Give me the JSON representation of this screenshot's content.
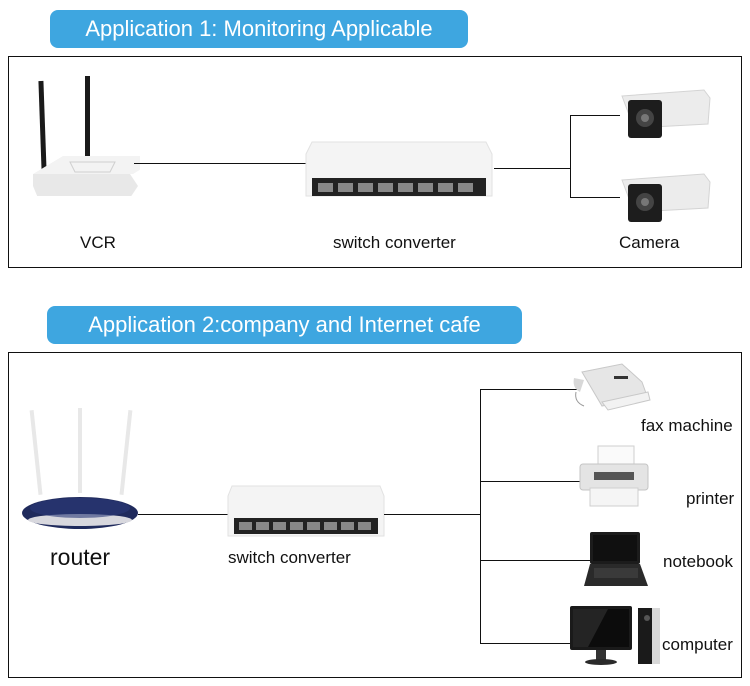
{
  "sections": [
    {
      "title": "Application 1: Monitoring Applicable",
      "devices": {
        "vcr": "VCR",
        "switch": "switch converter",
        "camera": "Camera"
      }
    },
    {
      "title": "Application 2:company and Internet cafe",
      "devices": {
        "router": "router",
        "switch": "switch converter",
        "fax": "fax machine",
        "printer": "printer",
        "notebook": "notebook",
        "computer": "computer"
      }
    }
  ],
  "colors": {
    "accent": "#3ea6e0",
    "router_body": "#1f2a5c"
  }
}
